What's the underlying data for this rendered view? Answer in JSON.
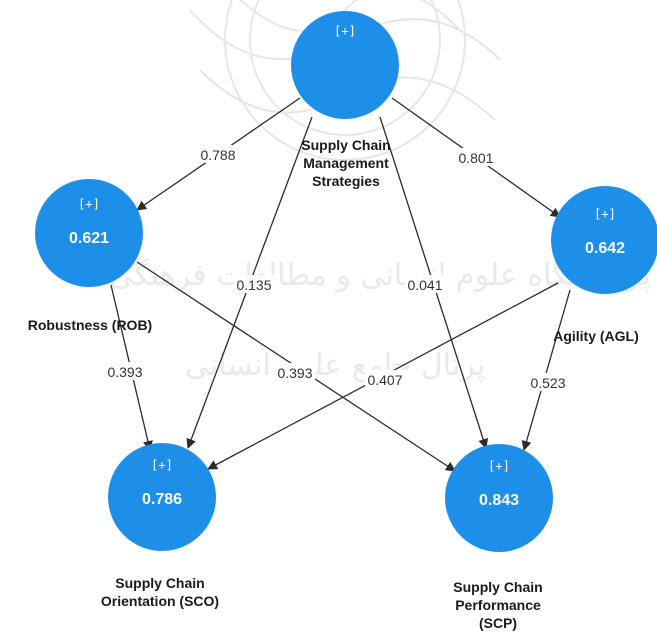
{
  "nodes": {
    "scm": {
      "expand": "[+]",
      "value": "",
      "label_lines": [
        "Supply Chain",
        "Management",
        "Strategies"
      ]
    },
    "rob": {
      "expand": "[+]",
      "value": "0.621",
      "label_lines": [
        "Robustness (ROB)"
      ]
    },
    "agl": {
      "expand": "[+]",
      "value": "0.642",
      "label_lines": [
        "Agility (AGL)"
      ]
    },
    "sco": {
      "expand": "[+]",
      "value": "0.786",
      "label_lines": [
        "Supply Chain",
        "Orientation (SCO)"
      ]
    },
    "scp": {
      "expand": "[+]",
      "value": "0.843",
      "label_lines": [
        "Supply Chain",
        "Performance",
        "(SCP)"
      ]
    }
  },
  "paths": [
    {
      "from": "scm",
      "to": "rob",
      "coefficient": "0.788"
    },
    {
      "from": "scm",
      "to": "agl",
      "coefficient": "0.801"
    },
    {
      "from": "scm",
      "to": "sco",
      "coefficient": "0.135"
    },
    {
      "from": "scm",
      "to": "scp",
      "coefficient": "0.041"
    },
    {
      "from": "rob",
      "to": "sco",
      "coefficient": "0.393"
    },
    {
      "from": "rob",
      "to": "scp",
      "coefficient": "0.393"
    },
    {
      "from": "agl",
      "to": "sco",
      "coefficient": "0.407"
    },
    {
      "from": "agl",
      "to": "scp",
      "coefficient": "0.523"
    }
  ],
  "watermark": {
    "text_line1": "پژوهشگاه علوم انسانی و مطالعات فرهنگی",
    "text_line2": "پرتال جامع علوم انسانی"
  },
  "colors": {
    "node": "#1e8fe8",
    "edge": "#2b2b2b"
  }
}
